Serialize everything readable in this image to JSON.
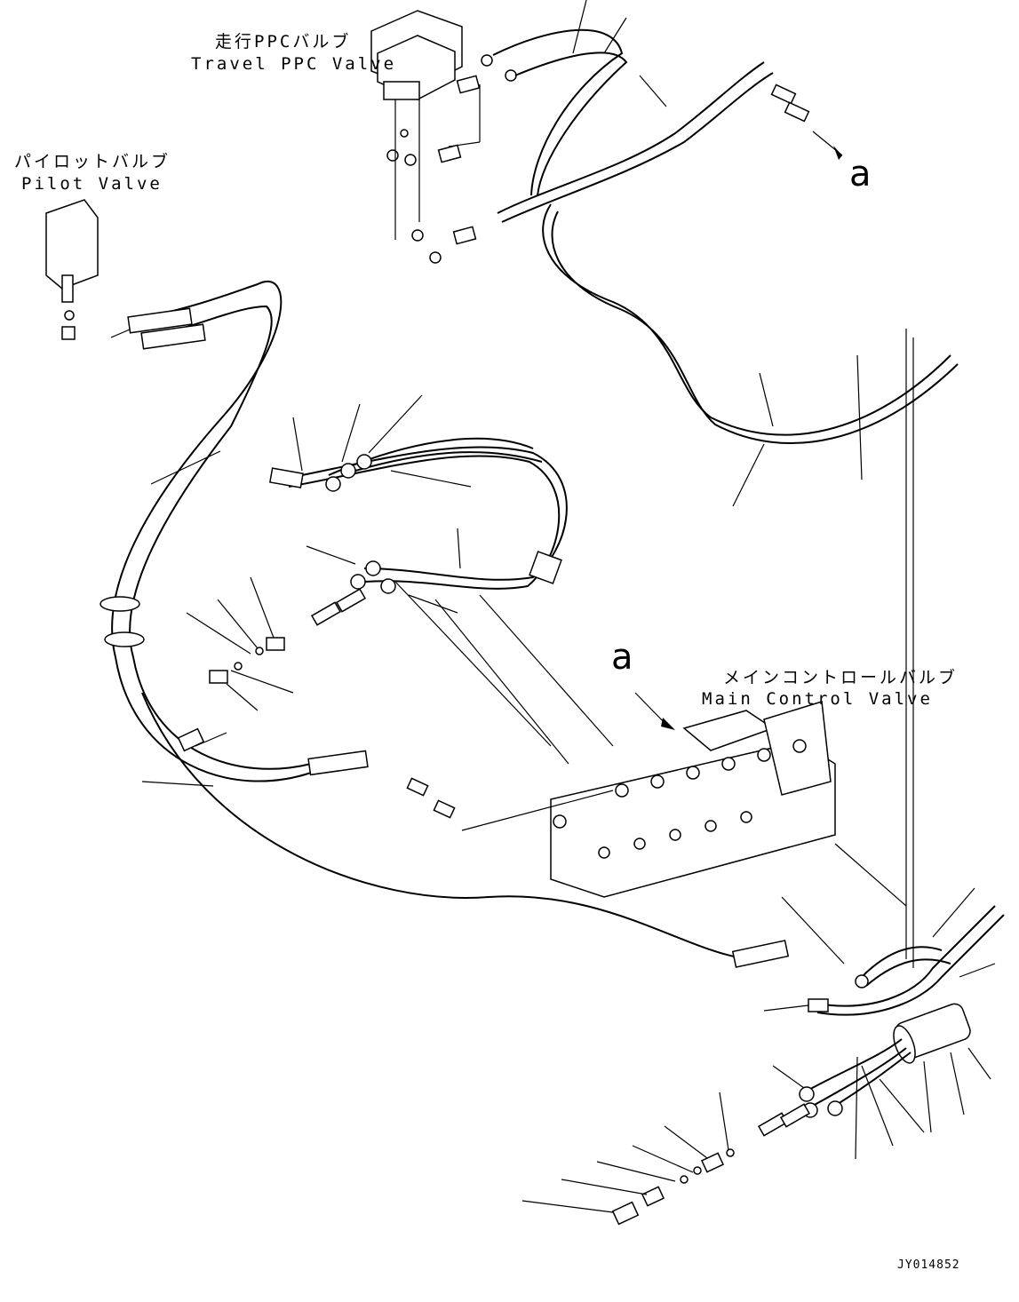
{
  "labels": {
    "travel_ppc_valve_jp": "走行PPCバルブ",
    "travel_ppc_valve_en": "Travel PPC Valve",
    "pilot_valve_jp": "パイロットバルブ",
    "pilot_valve_en": "Pilot Valve",
    "main_control_valve_jp": "メインコントロールバルブ",
    "main_control_valve_en": "Main Control Valve",
    "ref_a_upper": "a",
    "ref_a_lower": "a",
    "drawing_code": "JY014852"
  }
}
